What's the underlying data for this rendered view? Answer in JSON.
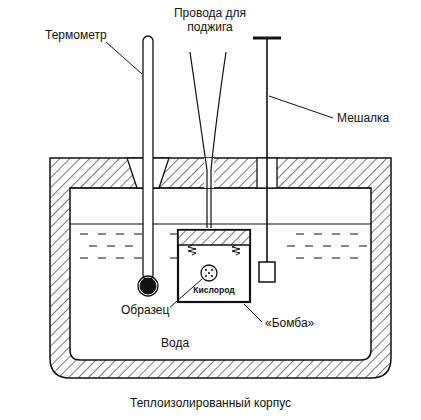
{
  "diagram": {
    "caption": "Теплоизолированный корпус",
    "nodes": [
      {
        "text": [
          "Кислород"
        ]
      }
    ],
    "labels": [
      "Термометр",
      "Провода для поджига",
      "Мешалка",
      "Образец",
      "Вода",
      "«Бомба»"
    ]
  }
}
